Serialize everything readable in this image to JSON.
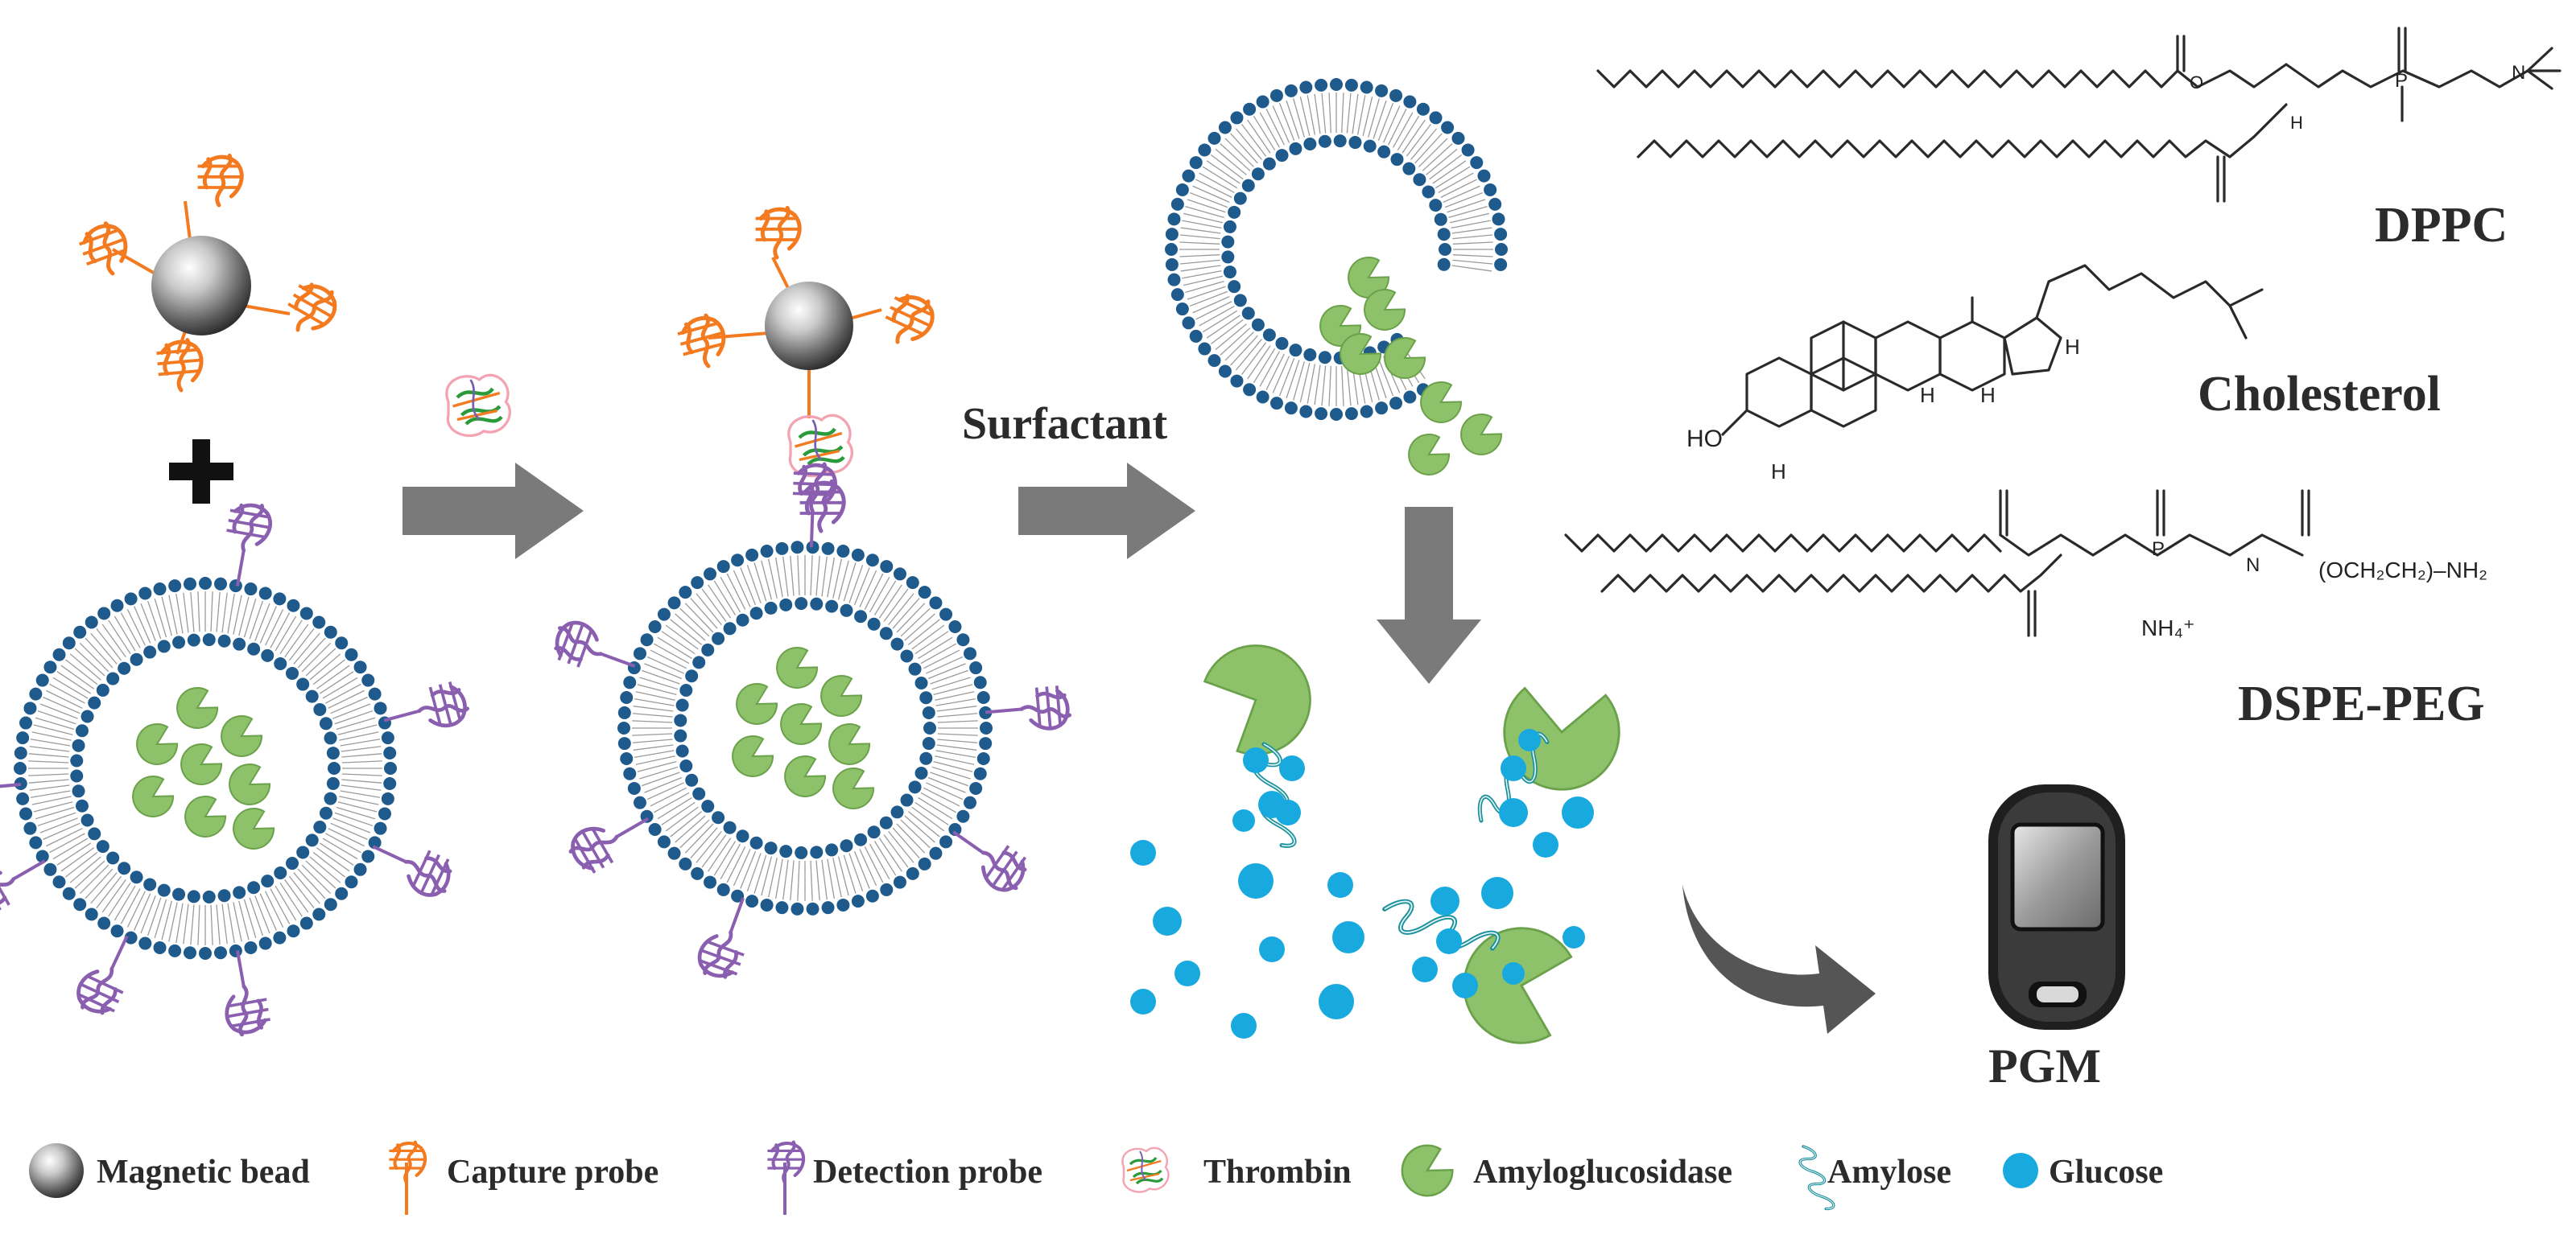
{
  "labels": {
    "surfactant": "Surfactant",
    "dppc": "DPPC",
    "cholesterol": "Cholesterol",
    "dspe_peg": "DSPE-PEG",
    "pgm": "PGM",
    "chem_nh2_group": "(OCH₂CH₂)–NH₂",
    "chem_nh4": "NH₄⁺",
    "chem_ho": "HO",
    "chem_h": "H",
    "chem_n": "N",
    "chem_o": "O",
    "chem_p": "P"
  },
  "legend": [
    {
      "icon": "magnetic-bead-icon",
      "label": "Magnetic bead"
    },
    {
      "icon": "capture-probe-icon",
      "label": "Capture probe"
    },
    {
      "icon": "detection-probe-icon",
      "label": "Detection probe"
    },
    {
      "icon": "thrombin-icon",
      "label": "Thrombin"
    },
    {
      "icon": "amyloglucosidase-icon",
      "label": "Amyloglucosidase"
    },
    {
      "icon": "amylose-icon",
      "label": "Amylose"
    },
    {
      "icon": "glucose-icon",
      "label": "Glucose"
    }
  ],
  "colors": {
    "capture_probe": "#f47a20",
    "detection_probe": "#8b5fb0",
    "lipid_head": "#1f5a8c",
    "enzyme": "#8dc26a",
    "enzyme_dark": "#6aa14a",
    "amylose": "#1b8f9a",
    "glucose": "#18a9de",
    "arrow": "#7a7a7a"
  }
}
